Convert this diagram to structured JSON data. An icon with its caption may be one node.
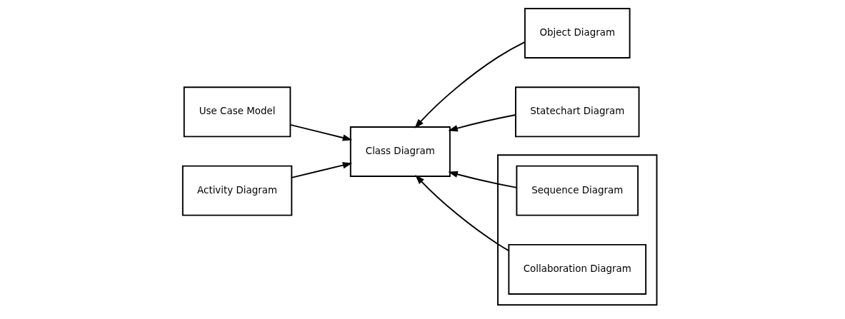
{
  "diagram": {
    "nodes": [
      {
        "text": [
          "Use Case Model"
        ]
      },
      {
        "text": [
          "Activity Diagram"
        ]
      },
      {
        "text": [
          "Class Diagram"
        ]
      },
      {
        "text": [
          "Object Diagram"
        ]
      },
      {
        "text": [
          "Statechart Diagram"
        ]
      },
      {
        "text": [],
        "shape": "box"
      },
      {
        "text": [
          "Sequence Diagram"
        ],
        "in": 5
      },
      {
        "text": [
          "Collaboration Diagram"
        ],
        "in": 5
      }
    ],
    "edges": [
      {
        "from": 0,
        "to": 2,
        "arrow": "to"
      },
      {
        "from": 1,
        "to": 2,
        "arrow": "to"
      },
      {
        "from": 3,
        "to": 2,
        "arrow": "to"
      },
      {
        "from": 4,
        "to": 2,
        "arrow": "to"
      },
      {
        "from": 6,
        "to": 2,
        "arrow": "to"
      },
      {
        "from": 7,
        "to": 2,
        "arrow": "to"
      }
    ]
  }
}
